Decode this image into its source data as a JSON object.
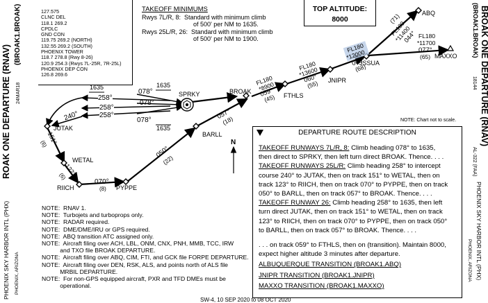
{
  "left_margin": {
    "title_a": "ROAK ONE DEPARTURE",
    "title_b": "(RNAV)",
    "sub": "(BROAK1.BROAK)",
    "date_code": "24MAR18",
    "airport": "PHOENIX SKY HARBOR INTL (PHX)",
    "city": "PHOENIX, ARIZONA"
  },
  "right_margin": {
    "code": "(BROAK1.BROAK)",
    "title": "BROAK ONE DEPARTURE (RNAV)",
    "chart_num": "18144",
    "faa": "AL-322 (FAA)",
    "airport": "PHOENIX SKY HARBOR INTL (PHX)",
    "city": "PHOENIX, ARIZONA"
  },
  "frequencies": [
    "127.575",
    "CLNC DEL",
    "118.1  269.2",
    "CPDLC",
    "GND CON",
    "119.75  269.2 (NORTH)",
    "132.55  269.2 (SOUTH)",
    "PHOENIX TOWER",
    "118.7  278.8 (Rwy 8-26)",
    "120.9  254.3 (Rwys 7L-25R, 7R-25L)",
    "PHOENIX DEP CON",
    "126.8  269.6"
  ],
  "takeoff_minimums": {
    "title": "TAKEOFF MINIMUMS",
    "line1": "Rwys 7L/R, 8:  Standard with minimum climb",
    "line2": "of 500' per NM to 1635.",
    "line3": "Rwys 25L/R, 26:  Standard with minimum climb",
    "line4": "of 500' per NM to 1900."
  },
  "top_altitude": {
    "label": "TOP ALTITUDE:",
    "value": "8000"
  },
  "map": {
    "fixes": {
      "sprky": "SPRKY",
      "broak": "BROAK",
      "fthls": "FTHLS",
      "jnipr": "JNIPR",
      "jssua": "JSSUA",
      "abq": "ABQ",
      "maxxo": "MAXXO",
      "jutak": "JUTAK",
      "wetal": "WETAL",
      "riich": "RIICH",
      "pyppe": "PYPPE",
      "barll": "BARLL"
    },
    "labels": {
      "alt1635_top": "1635",
      "alt1635_mid": "1635",
      "alt1635_bot": "1635",
      "h078_a": "078°",
      "h078_b": "078°",
      "h078_c": "078°",
      "h258_a": "258°",
      "h258_b": "258°",
      "h258_c": "258°",
      "c240": "240°",
      "c151": "151°",
      "d6": "(6)",
      "c122": "122°",
      "d6b": "(6)",
      "c070": "070°",
      "d8": "(8)",
      "c050": "050°",
      "d22": "(22)",
      "c057": "057°",
      "d18": "(18)",
      "fl180_a": "FL180",
      "fl8900": "*8900",
      "c059": "059°",
      "d45": "(45)",
      "fl180_b": "FL180",
      "fl13600": "*13600",
      "c060a": "060°",
      "d55": "(55)",
      "fl180_c": "FL180",
      "fl12000": "*12000",
      "c060b": "060°",
      "d68": "(68)",
      "d71": "(71)",
      "fl180_d": "FL180",
      "fl11400": "*11400",
      "c044": "044°",
      "fl180_e": "FL180",
      "fl11700": "*11700",
      "c077": "077°",
      "d65": "(65)",
      "north": "N",
      "not_to_scale": "NOTE: Chart not to scale."
    }
  },
  "notes": [
    "NOTE:  RNAV 1.",
    "NOTE:  Turbojets and turboprops only.",
    "NOTE:  RADAR required.",
    "NOTE:  DME/DME/IRU or GPS required.",
    "NOTE:  ABQ transition ATC assigned only.",
    "NOTE:  Aircraft filing over ACH, LBL, ONM, CNX, PNH, MMB, TCC, IRW",
    "           and TXO file BROAK DEPARTURE.",
    "NOTE:  Aircraft filing over ABQ, CIM, FTI, and GCK file FORPE DEPARTURE.",
    "NOTE:  Aircraft filing over DEN, RSK, ALS, and points north of ALS file",
    "           MRBIL DEPARTURE.",
    "NOTE:  For non-GPS equipped aircraft, PXR and TFD DMEs must be",
    "           operational."
  ],
  "description": {
    "title": "DEPARTURE ROUTE DESCRIPTION",
    "r1_head": "TAKEOFF RUNWAYS 7L/R, 8:",
    "r1_l1": " Climb heading 078° to 1635,",
    "r1_l2": "then direct to SPRKY, then left turn direct BROAK. Thence. . . .",
    "r2_head": "TAKEOFF RUNWAYS 25L/R:",
    "r2_l1": " Climb heading 258° to intercept",
    "r2_l2": "course 240° to JUTAK, then on track 151° to WETAL, then on",
    "r2_l3": "track 123° to RIICH, then on track 070° to PYPPE, then on track",
    "r2_l4": "050° to BARLL, then on track 057° to BROAK. Thence. . . .",
    "r3_head": "TAKEOFF RUNWAY 26:",
    "r3_l1": " Climb heading 258° to 1635, then left",
    "r3_l2": "turn direct JUTAK, then on track 151° to WETAL, then on track",
    "r3_l3": "123° to RIICH, then on track 070° to PYPPE, then on track 050°",
    "r3_l4": "to BARLL, then on track 057° to BROAK. Thence. . . .",
    "cont1": ". . . on track 059° to FTHLS, then on (transition). Maintain 8000,",
    "cont2": "expect higher altitude 3 minutes after departure.",
    "t1": "ALBUQUERQUE TRANSITION (BROAK1.ABQ)",
    "t2": "JNIPR TRANSITION (BROAK1.JNIPR)",
    "t3": "MAXXO TRANSITION (BROAK1.MAXXO)"
  },
  "footer": "SW-4,  10 SEP 2020  to  08 OCT 2020"
}
